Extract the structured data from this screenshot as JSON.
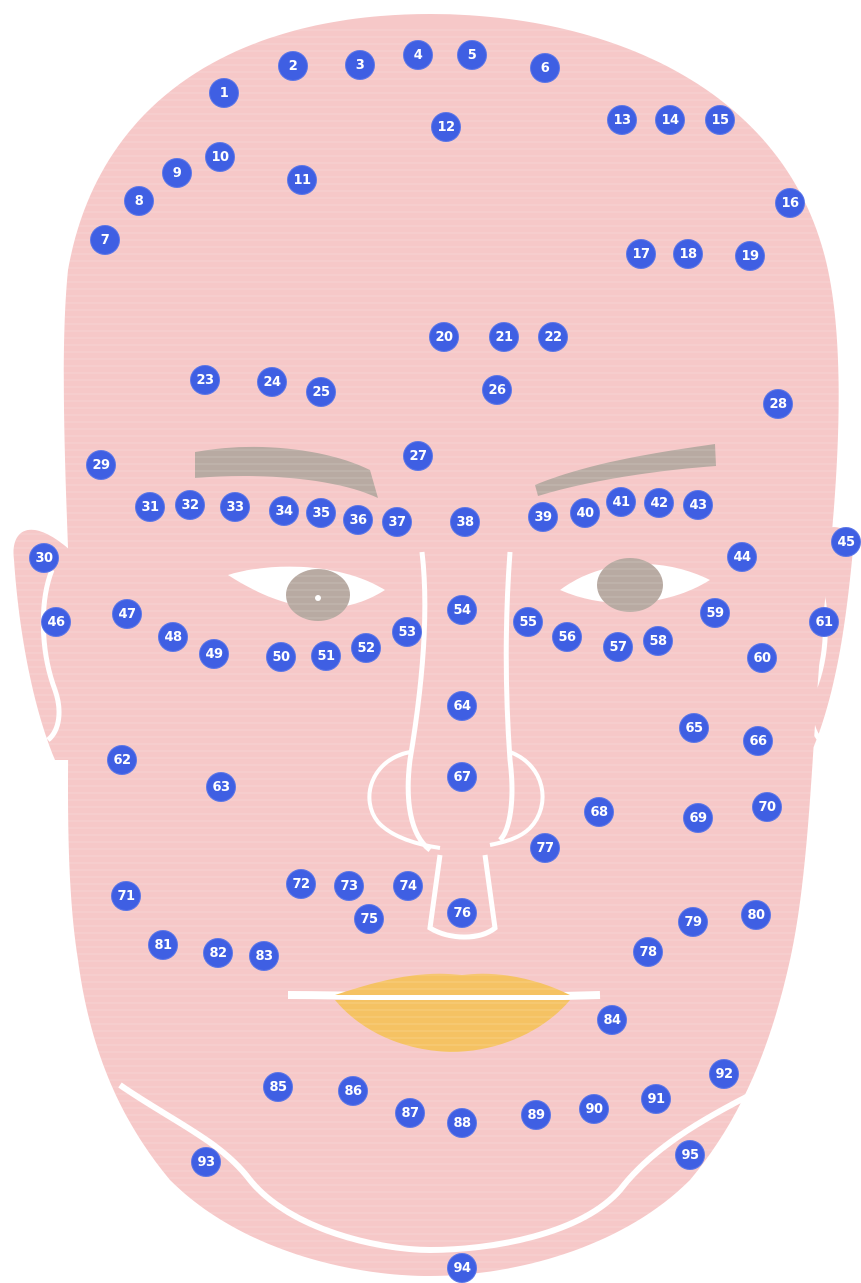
{
  "colors": {
    "skin": "#f6c8c8",
    "skin_line": "#ffffff",
    "brow": "#b8aaa2",
    "eye_iris": "#b8aaa2",
    "lips": "#f5c263",
    "marker": "#3f5fe3",
    "marker_text": "#ffffff"
  },
  "points": [
    "1",
    "2",
    "3",
    "4",
    "5",
    "6",
    "7",
    "8",
    "9",
    "10",
    "11",
    "12",
    "13",
    "14",
    "15",
    "16",
    "17",
    "18",
    "19",
    "20",
    "21",
    "22",
    "23",
    "24",
    "25",
    "26",
    "27",
    "28",
    "29",
    "30",
    "31",
    "32",
    "33",
    "34",
    "35",
    "36",
    "37",
    "38",
    "39",
    "40",
    "41",
    "42",
    "43",
    "44",
    "45",
    "46",
    "47",
    "48",
    "49",
    "50",
    "51",
    "52",
    "53",
    "54",
    "55",
    "56",
    "57",
    "58",
    "59",
    "60",
    "61",
    "62",
    "63",
    "64",
    "65",
    "66",
    "67",
    "68",
    "69",
    "70",
    "71",
    "72",
    "73",
    "74",
    "75",
    "76",
    "77",
    "78",
    "79",
    "80",
    "81",
    "82",
    "83",
    "84",
    "85",
    "86",
    "87",
    "88",
    "89",
    "90",
    "91",
    "92",
    "93",
    "94",
    "95"
  ]
}
